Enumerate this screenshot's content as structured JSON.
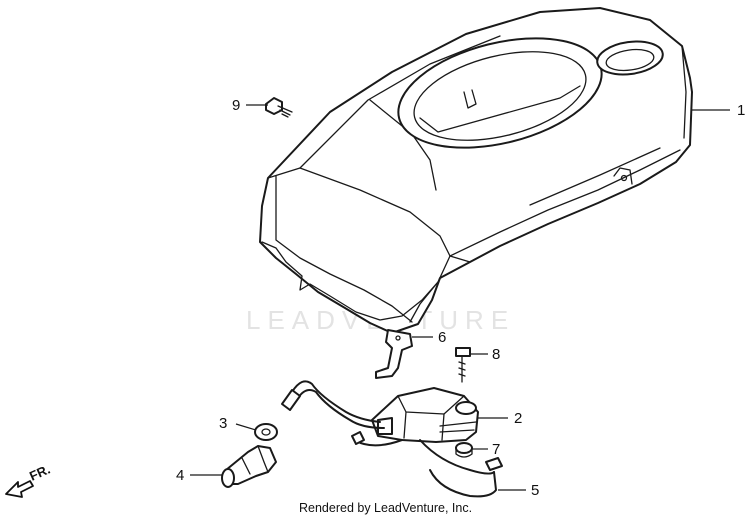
{
  "callouts": {
    "c1": "1",
    "c2": "2",
    "c3": "3",
    "c4": "4",
    "c5": "5",
    "c6": "6",
    "c7": "7",
    "c8": "8",
    "c9": "9"
  },
  "direction": {
    "label": "FR.",
    "icon": "front-arrow-icon"
  },
  "watermark": {
    "text": "LEADVENTURE",
    "icon": "leadventure-logo-icon"
  },
  "credit": "Rendered by LeadVenture, Inc.",
  "colors": {
    "ink": "#1a1a1a",
    "watermark": "#e3e3e3",
    "background": "#ffffff"
  }
}
